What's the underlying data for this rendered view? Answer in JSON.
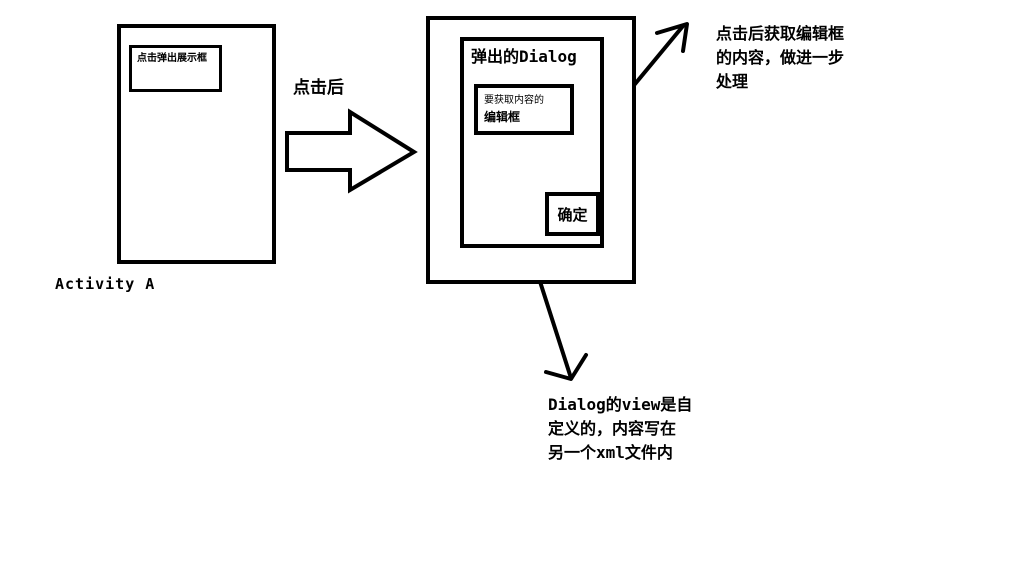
{
  "activity": {
    "button_text": "点击弹出展示框",
    "label": "Activity A"
  },
  "transition": {
    "label": "点击后"
  },
  "dialog": {
    "title": "弹出的Dialog",
    "edit_text_lines": [
      "要获取内容的",
      "编辑框"
    ],
    "confirm_label": "确定"
  },
  "annotations": {
    "confirm_note": "点击后获取编辑框的内容，做进一步处理",
    "confirm_note_lines": [
      "点击后获取编辑框",
      "的内容，做进一步",
      "处理"
    ],
    "view_note": "Dialog的view是自定义的，内容写在另一个xml文件内",
    "view_note_lines": [
      "Dialog的view是自",
      "定义的，内容写在",
      "另一个xml文件内"
    ]
  }
}
